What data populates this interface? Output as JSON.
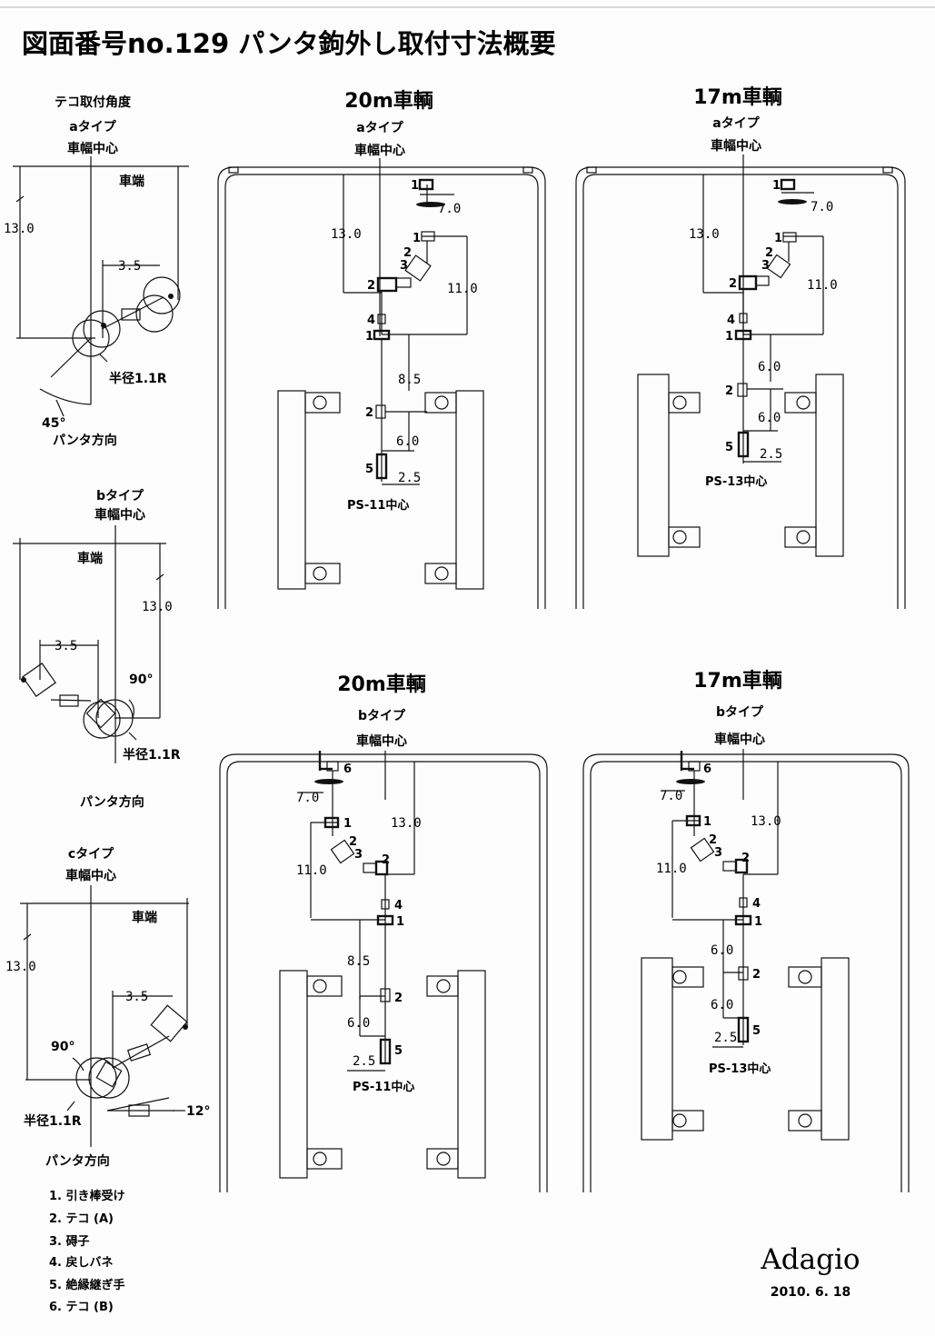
{
  "title": "図面番号no.129 パンタ鉤外し取付寸法概要",
  "left": {
    "heading": "テコ取付角度",
    "a": {
      "type": "aタイプ",
      "center": "車幅中心",
      "end": "車端",
      "d13": "13.0",
      "d35": "3.5",
      "radius": "半径1.1R",
      "angle": "45°",
      "dir": "パンタ方向"
    },
    "b": {
      "type": "bタイプ",
      "center": "車幅中心",
      "end": "車端",
      "d13": "13.0",
      "d35": "3.5",
      "radius": "半径1.1R",
      "angle": "90°",
      "dir": "パンタ方向"
    },
    "c": {
      "type": "cタイプ",
      "center": "車幅中心",
      "end": "車端",
      "d13": "13.0",
      "d35": "3.5",
      "radius": "半径1.1R",
      "angle": "90°",
      "angle2": "12°",
      "dir": "パンタ方向"
    }
  },
  "cars": {
    "p20a": {
      "title": "20m車輌",
      "type": "aタイプ",
      "center": "車幅中心",
      "d13": "13.0",
      "d7": "7.0",
      "d11": "11.0",
      "d85": "8.5",
      "d6": "6.0",
      "d25": "2.5",
      "ps": "PS-11中心"
    },
    "p17a": {
      "title": "17m車輌",
      "type": "aタイプ",
      "center": "車幅中心",
      "d13": "13.0",
      "d7": "7.0",
      "d11": "11.0",
      "d6a": "6.0",
      "d6b": "6.0",
      "d25": "2.5",
      "ps": "PS-13中心"
    },
    "p20b": {
      "title": "20m車輌",
      "type": "bタイプ",
      "center": "車幅中心",
      "d13": "13.0",
      "d7": "7.0",
      "d11": "11.0",
      "d85": "8.5",
      "d6": "6.0",
      "d25": "2.5",
      "ps": "PS-11中心"
    },
    "p17b": {
      "title": "17m車輌",
      "type": "bタイプ",
      "center": "車幅中心",
      "d13": "13.0",
      "d7": "7.0",
      "d11": "11.0",
      "d6a": "6.0",
      "d6b": "6.0",
      "d25": "2.5",
      "ps": "PS-13中心"
    }
  },
  "part_numbers": [
    "1",
    "2",
    "3",
    "4",
    "5",
    "6"
  ],
  "legend": [
    "1. 引き棒受け",
    "2. テコ (A)",
    "3. 碍子",
    "4. 戻しバネ",
    "5. 絶縁継ぎ手",
    "6. テコ (B)"
  ],
  "signature": "Adagio",
  "date": "2010. 6. 18"
}
